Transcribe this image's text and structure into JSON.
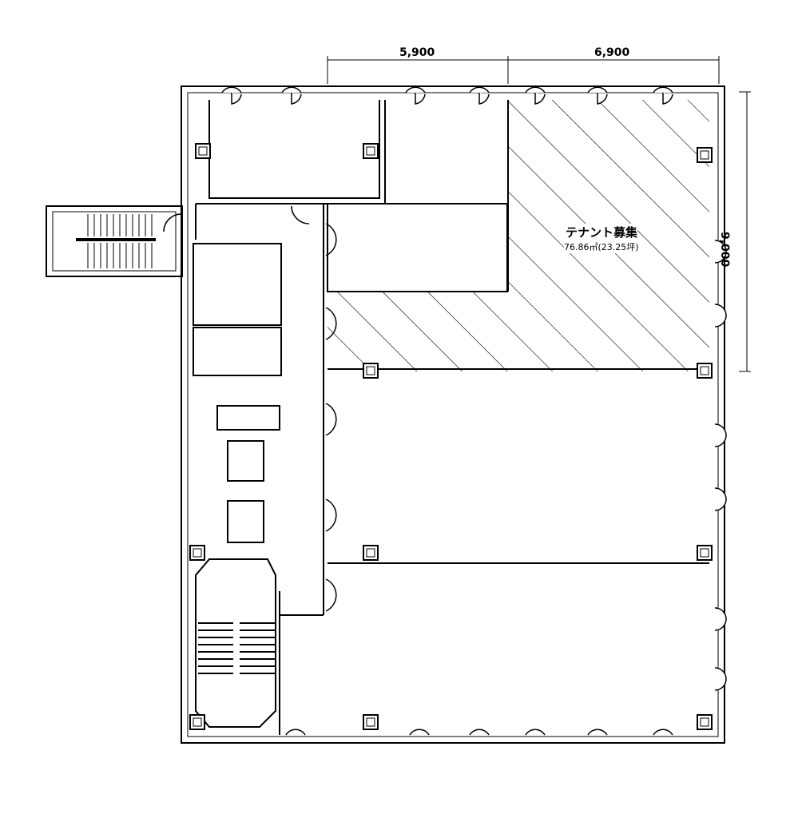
{
  "dimensions": {
    "top_left": "5,900",
    "top_right": "6,900",
    "right_vertical": "9,000"
  },
  "tenant": {
    "title": "テナント募集",
    "area": "76.86㎡(23.25坪)"
  }
}
